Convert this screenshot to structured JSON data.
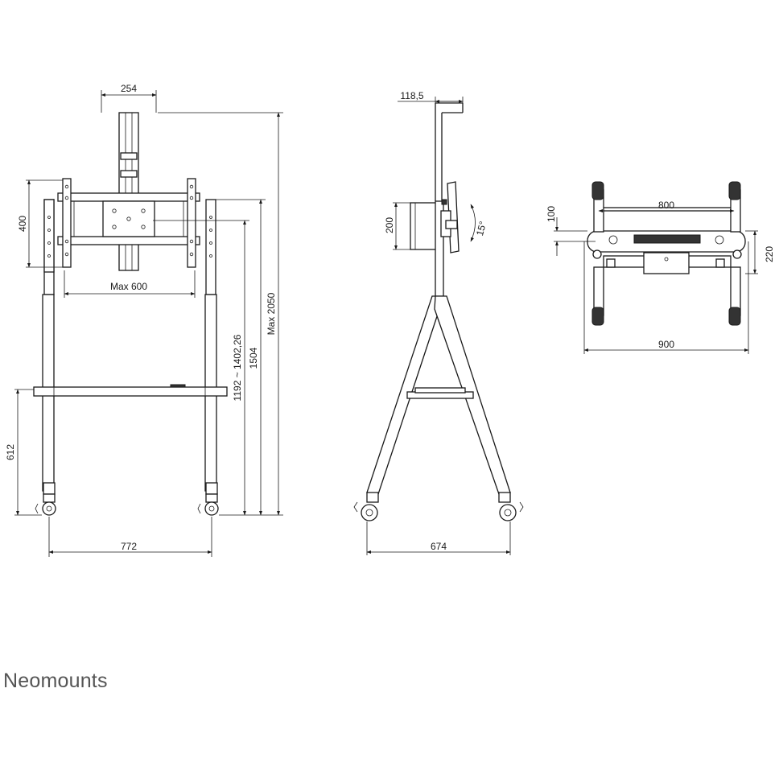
{
  "brand": {
    "name": "Neomounts"
  },
  "front_view": {
    "dims": {
      "column_width": "254",
      "vesa_vertical": "400",
      "vesa_max_horizontal": "Max 600",
      "screen_height_range": "1192 ~ 1402,26",
      "bracket_height": "1504",
      "max_height": "Max 2050",
      "shelf_height": "612",
      "base_width": "772"
    }
  },
  "side_view": {
    "dims": {
      "top_offset": "118,5",
      "plate_height": "200",
      "tilt": "15°",
      "base_depth": "674"
    }
  },
  "top_view": {
    "dims": {
      "rail_width": "800",
      "rail_offset": "100",
      "depth": "220",
      "overall_width": "900"
    }
  },
  "colors": {
    "line": "#1a1a1a",
    "brand": "#555555"
  }
}
